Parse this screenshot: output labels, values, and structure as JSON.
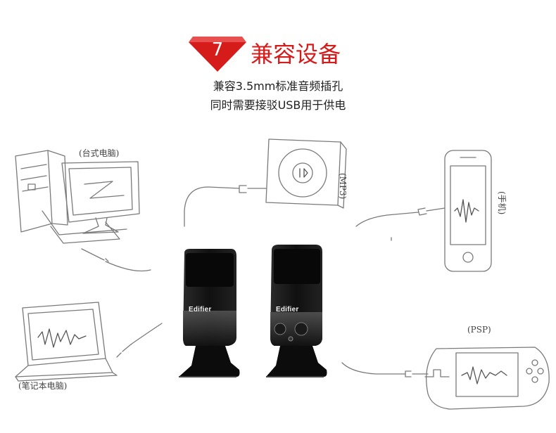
{
  "header": {
    "badge_number": "7",
    "title": "兼容设备",
    "subtitle_line1": "兼容3.5mm标准音频插孔",
    "subtitle_line2": "同时需要接驳USB用于供电"
  },
  "devices": {
    "desktop_label": "(台式电脑)",
    "laptop_label": "(笔记本电脑)",
    "mp3_label": "(MP3)",
    "phone_label": "(手机)",
    "psp_label": "(PSP)"
  },
  "speakers": {
    "left_brand": "Edifier",
    "right_brand": "Edifier"
  },
  "colors": {
    "accent_red": "#d61b1b",
    "speaker_black": "#151515",
    "sketch_line": "#7a7a7a"
  }
}
